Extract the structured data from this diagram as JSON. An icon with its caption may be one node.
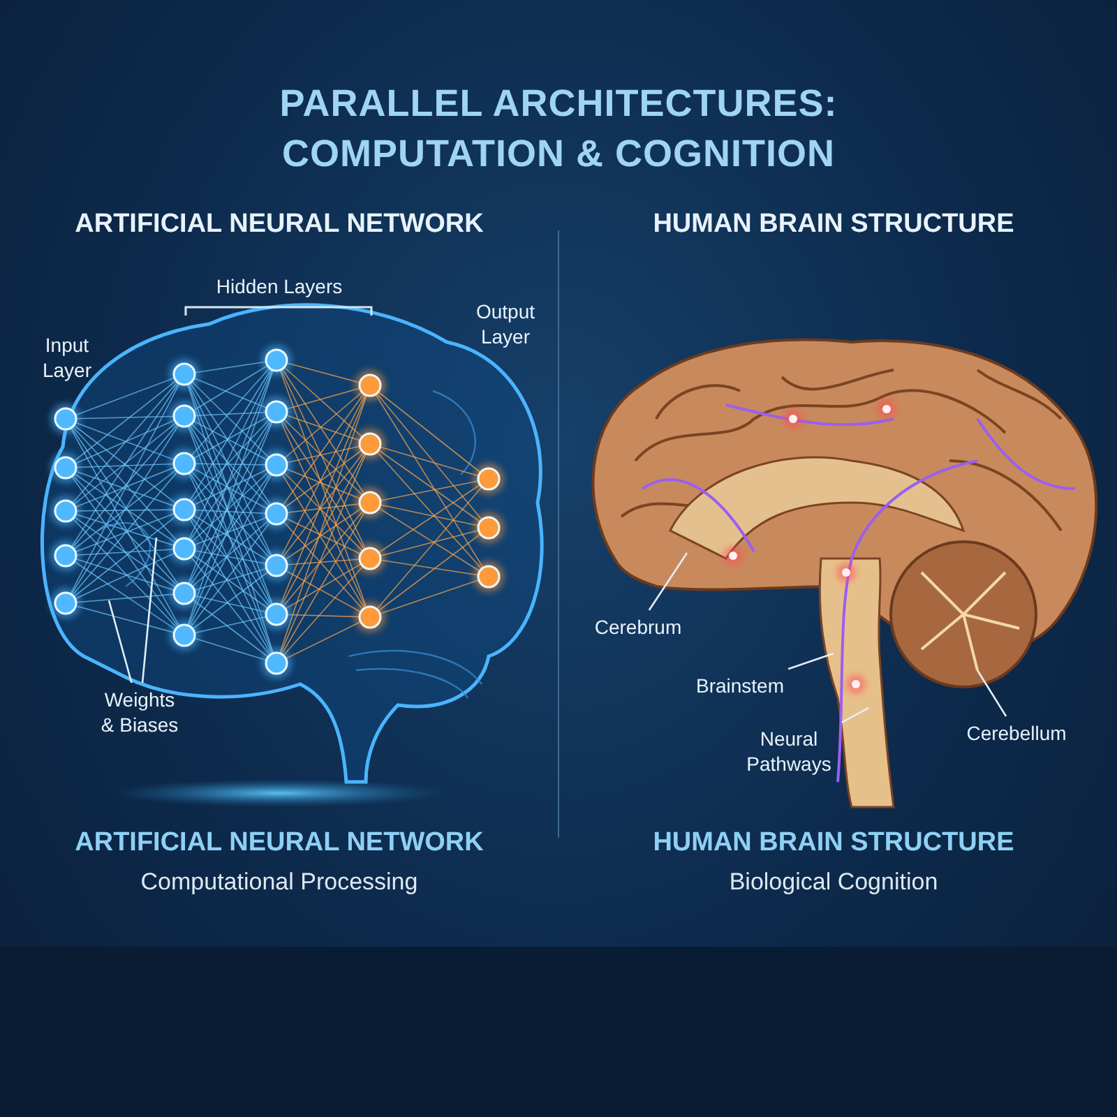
{
  "diagram": {
    "title": "PARALLEL ARCHITECTURES: COMPUTATION & COGNITION",
    "nodes": [
      {
        "text": [
          "Weights & Biases"
        ]
      },
      {
        "text": [
          "Cerebrum"
        ]
      },
      {
        "text": [
          "Brainstem"
        ]
      },
      {
        "text": [
          "Neural Pathways"
        ]
      },
      {
        "text": [
          "Cerebellum"
        ]
      }
    ],
    "edges": [
      {
        "from": 0,
        "to": null,
        "arrow": "none"
      },
      {
        "from": 0,
        "to": null,
        "arrow": "none"
      },
      {
        "from": 1,
        "to": null,
        "arrow": "none"
      },
      {
        "from": 2,
        "to": null,
        "arrow": "none"
      },
      {
        "from": 3,
        "to": null,
        "arrow": "none"
      },
      {
        "from": 4,
        "to": null,
        "arrow": "none"
      }
    ],
    "labels": [
      "ARTIFICIAL NEURAL NETWORK",
      "HUMAN BRAIN STRUCTURE",
      "Hidden Layers",
      "Input Layer",
      "Output Layer",
      "ARTIFICIAL NEURAL NETWORK",
      "Computational Processing",
      "HUMAN BRAIN STRUCTURE",
      "Biological Cognition"
    ]
  }
}
